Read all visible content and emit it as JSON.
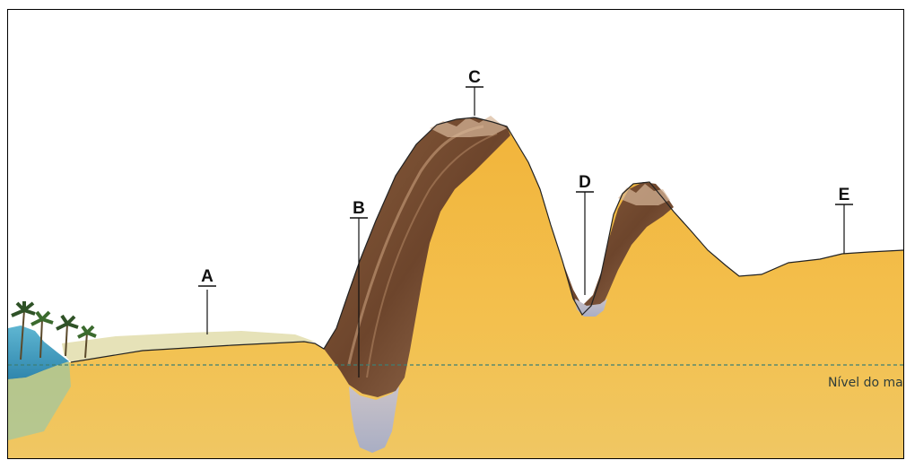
{
  "labels": {
    "A": "A",
    "B": "B",
    "C": "C",
    "D": "D",
    "E": "E"
  },
  "sea_level_label": "Nível do mar",
  "colors": {
    "land": "#f0b83c",
    "land_dark": "#dda02c",
    "rock": "#7a5236",
    "rock_light": "#c49a78",
    "ice": "#b9bccb",
    "water": "#4aa6c6",
    "plain": "#e8e2b6",
    "palm": "#3a5a2a",
    "sea_line": "#3d7f74"
  }
}
